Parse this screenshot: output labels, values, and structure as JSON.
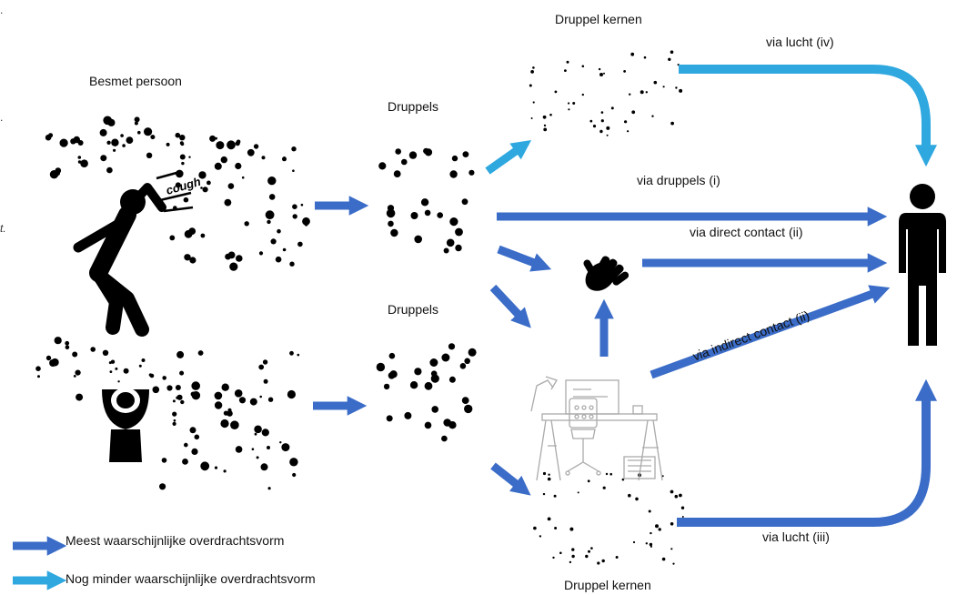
{
  "labels": {
    "infected_person": "Besmet persoon",
    "droplets_top": "Druppels",
    "droplets_bottom": "Druppels",
    "nuclei_top": "Druppel kernen",
    "nuclei_bottom": "Druppel kernen",
    "cough": "cough"
  },
  "routes": {
    "air_iv": "via lucht (iv)",
    "droplets_i": "via druppels (i)",
    "direct_contact_ii": "via direct contact (ii)",
    "indirect_contact_ii": "via indirect contact (ii)",
    "air_iii": "via lucht (iii)"
  },
  "legend": {
    "most_likely": "Meest waarschijnlijke overdrachtsvorm",
    "less_likely": "Nog minder waarschijnlijke overdrachtsvorm"
  },
  "edge_text": {
    "fragment_1": ".",
    "fragment_2": "t."
  },
  "colors": {
    "dark_arrow": "#3a6cc8",
    "light_arrow": "#2fa8e0",
    "ink": "#000000"
  },
  "icons": [
    "coughing-person-icon",
    "toilet-icon",
    "hand-icon",
    "desk-workspace-icon",
    "standing-person-icon"
  ]
}
